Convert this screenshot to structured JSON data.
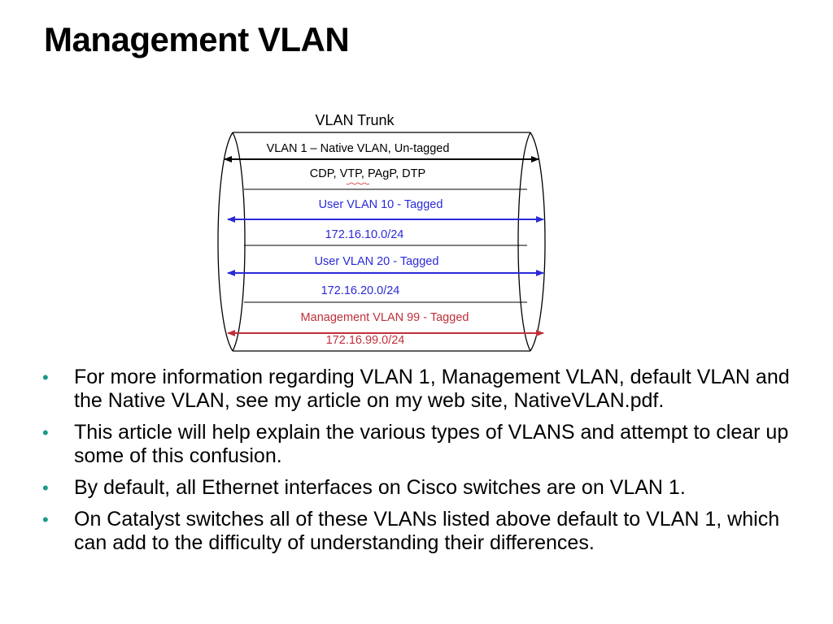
{
  "slide": {
    "title": "Management VLAN"
  },
  "diagram": {
    "trunk_label": "VLAN Trunk",
    "lanes": [
      {
        "label": "VLAN 1 – Native VLAN, Un-tagged",
        "sublabel": "CDP, VTP, PAgP, DTP",
        "color": "#000000"
      },
      {
        "label": "User VLAN 10 - Tagged",
        "sublabel": "172.16.10.0/24",
        "color": "#2a2ad8"
      },
      {
        "label": "User VLAN 20 - Tagged",
        "sublabel": "172.16.20.0/24",
        "color": "#2a2ad8"
      },
      {
        "label": "Management VLAN 99 - Tagged",
        "sublabel": "172.16.99.0/24",
        "color": "#c0303a"
      }
    ]
  },
  "bullets": [
    "For more information regarding VLAN 1, Management VLAN, default VLAN and the Native VLAN, see my article on my web site, NativeVLAN.pdf.",
    "This article will help explain the various types of VLANS and attempt to clear up some of this confusion.",
    "By default, all Ethernet interfaces on Cisco switches are on VLAN 1.",
    "On Catalyst switches all of these VLANs listed above default to VLAN 1, which can add to the difficulty of understanding their differences."
  ],
  "bullet_char": "•",
  "colors": {
    "bullet": "#1a9a8a",
    "tagged_user": "#2a2ad8",
    "management": "#c0303a"
  }
}
